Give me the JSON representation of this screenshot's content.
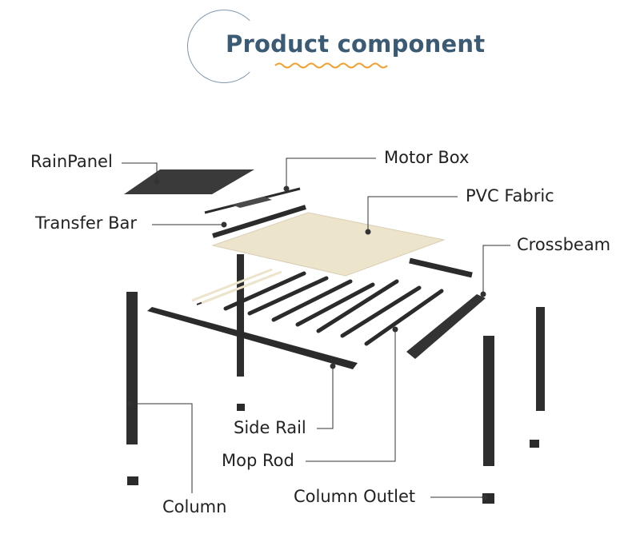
{
  "title": "Product component",
  "labels": {
    "rain_panel": "RainPanel",
    "motor_box": "Motor Box",
    "pvc_fabric": "PVC Fabric",
    "transfer_bar": "Transfer Bar",
    "crossbeam": "Crossbeam",
    "side_rail": "Side Rail",
    "mop_rod": "Mop Rod",
    "column_outlet": "Column Outlet",
    "column": "Column"
  },
  "colors": {
    "title": "#3b5a74",
    "wave": "#f0a030",
    "frame": "#2b2b2b",
    "fabric": "#ede4cc",
    "leader": "#333333"
  }
}
